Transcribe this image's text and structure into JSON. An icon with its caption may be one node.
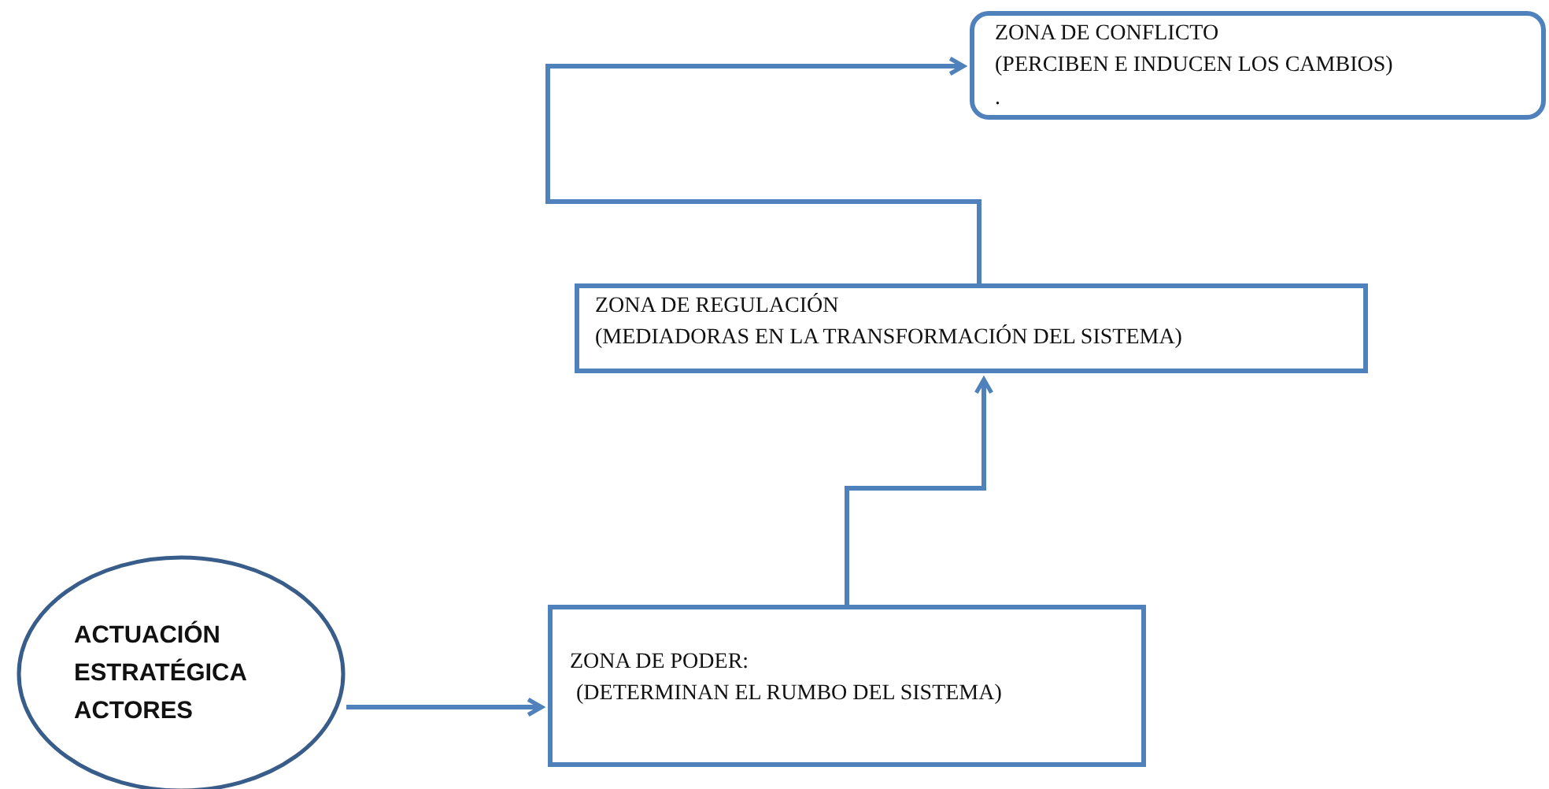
{
  "diagram": {
    "nodes": [
      {
        "text": [
          "ACTUACIÓN ESTRATÉGICA ACTORES"
        ]
      },
      {
        "text": [
          "ZONA DE PODER:",
          "(DETERMINAN EL RUMBO DEL SISTEMA)"
        ]
      },
      {
        "text": [
          "ZONA DE REGULACIÓN",
          "(MEDIADORAS EN LA TRANSFORMACIÓN DEL SISTEMA)"
        ]
      },
      {
        "text": [
          "ZONA DE CONFLICTO",
          "(PERCIBEN E INDUCEN LOS CAMBIOS)",
          "."
        ]
      }
    ],
    "edges": [
      {
        "from": 0,
        "to": 1,
        "arrow": "to"
      },
      {
        "from": 1,
        "to": 2,
        "arrow": "to"
      },
      {
        "from": 2,
        "to": 3,
        "arrow": "to"
      }
    ]
  }
}
